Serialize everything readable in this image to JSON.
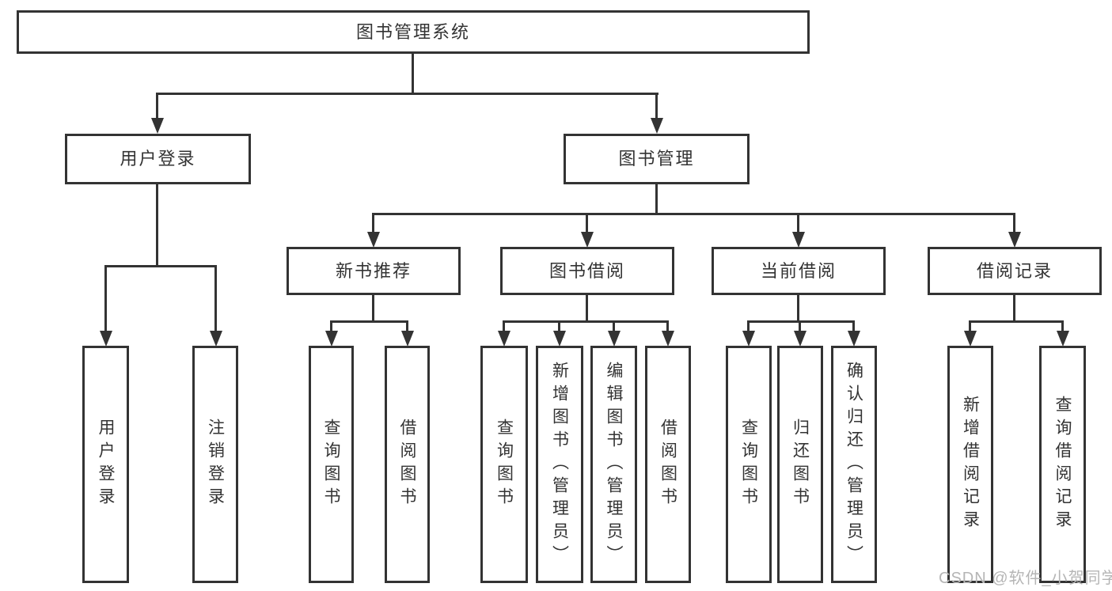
{
  "diagram_title": "图书管理系统",
  "colors": {
    "line": "#333333",
    "text": "#333333",
    "box_background": "#ffffff",
    "watermark": "#b5b5b5"
  },
  "watermark": {
    "text": "CSDN @软件_小贺同学"
  },
  "nodes": {
    "root": {
      "label": "图书管理系统"
    },
    "user_login": {
      "label": "用户登录"
    },
    "book_mgmt": {
      "label": "图书管理"
    },
    "new_book_rec": {
      "label": "新书推荐"
    },
    "book_borrow": {
      "label": "图书借阅"
    },
    "current_borrow": {
      "label": "当前借阅"
    },
    "borrow_record": {
      "label": "借阅记录"
    },
    "ul_login": {
      "label": "用户登录"
    },
    "ul_logout": {
      "label": "注销登录"
    },
    "nbr_query": {
      "label": "查询图书"
    },
    "nbr_borrow": {
      "label": "借阅图书"
    },
    "bb_query": {
      "label": "查询图书"
    },
    "bb_add": {
      "label": "新增图书（管理员）"
    },
    "bb_edit": {
      "label": "编辑图书（管理员）"
    },
    "bb_borrow": {
      "label": "借阅图书"
    },
    "cb_query": {
      "label": "查询图书"
    },
    "cb_return": {
      "label": "归还图书"
    },
    "cb_confirm": {
      "label": "确认归还（管理员）"
    },
    "br_add": {
      "label": "新增借阅记录"
    },
    "br_query": {
      "label": "查询借阅记录"
    }
  }
}
